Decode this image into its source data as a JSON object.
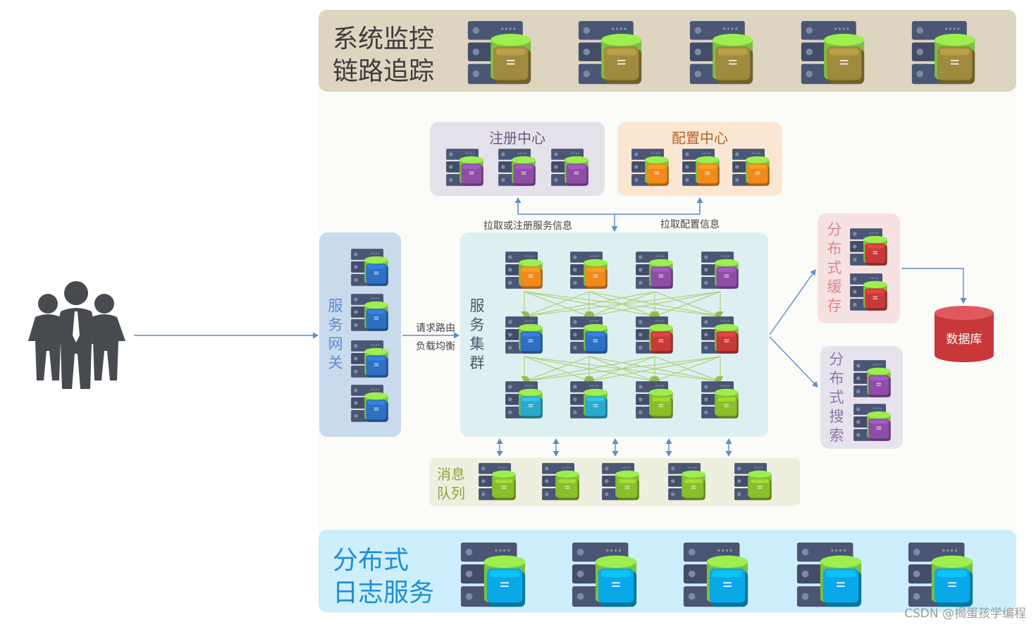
{
  "monitoring": {
    "line1": "系统监控",
    "line2": "链路追踪"
  },
  "registry": {
    "title": "注册中心"
  },
  "config": {
    "title": "配置中心"
  },
  "gateway": {
    "label": "服务网关"
  },
  "cluster": {
    "label": "服务集群"
  },
  "cache": {
    "label": "分布式缓存"
  },
  "search": {
    "label": "分布式搜索"
  },
  "database": {
    "label": "数据库"
  },
  "mq": {
    "line1": "消息",
    "line2": "队列"
  },
  "logging": {
    "line1": "分布式",
    "line2": "日志服务"
  },
  "edges": {
    "pull_register": "拉取或注册服务信息",
    "pull_config": "拉取配置信息",
    "routing": "请求路由",
    "load_balance": "负载均衡"
  },
  "watermark": "CSDN @揭蛋孩学编程",
  "colors": {
    "monitor_bg": "#ddd5c0",
    "registry_bg": "#e4e1ea",
    "config_bg": "#fbe6d3",
    "gateway_bg": "#c9daec",
    "cluster_bg": "#deeff2",
    "cache_bg": "#f6e1e1",
    "search_bg": "#e7e3ee",
    "mq_bg": "#edf0de",
    "logging_bg": "#cdeefb",
    "server_body": "#4a5674",
    "cylinder_green": "#7dbf3e",
    "arrow_blue": "#5b8ec9",
    "mesh_green": "#a8d06a"
  },
  "server_cubes": {
    "monitor": "#a08a3e",
    "registry": "#8e4ea8",
    "config": "#f08a1c",
    "gateway": "#2e6fc2",
    "cluster_row1": [
      "#f08a1c",
      "#f08a1c",
      "#8e4ea8",
      "#8e4ea8"
    ],
    "cluster_row2": [
      "#2e6fc2",
      "#2e6fc2",
      "#c83a3a",
      "#c83a3a"
    ],
    "cluster_row3": [
      "#2aa9c9",
      "#2aa9c9",
      "#8bbf2a",
      "#8bbf2a"
    ],
    "cache": "#c83a3a",
    "search": "#8e4ea8",
    "mq": "#8bbf2a",
    "logging": "#0aa8e8"
  }
}
